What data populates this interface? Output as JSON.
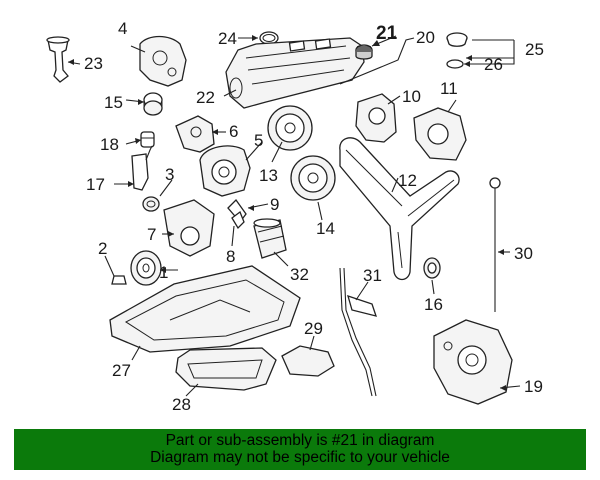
{
  "callouts": [
    {
      "id": "1",
      "label": "1"
    },
    {
      "id": "2",
      "label": "2"
    },
    {
      "id": "3",
      "label": "3"
    },
    {
      "id": "4",
      "label": "4"
    },
    {
      "id": "5",
      "label": "5"
    },
    {
      "id": "6",
      "label": "6"
    },
    {
      "id": "7",
      "label": "7"
    },
    {
      "id": "8",
      "label": "8"
    },
    {
      "id": "9",
      "label": "9"
    },
    {
      "id": "10",
      "label": "10"
    },
    {
      "id": "11",
      "label": "11"
    },
    {
      "id": "12",
      "label": "12"
    },
    {
      "id": "13",
      "label": "13"
    },
    {
      "id": "14",
      "label": "14"
    },
    {
      "id": "15",
      "label": "15"
    },
    {
      "id": "16",
      "label": "16"
    },
    {
      "id": "17",
      "label": "17"
    },
    {
      "id": "18",
      "label": "18"
    },
    {
      "id": "19",
      "label": "19"
    },
    {
      "id": "20",
      "label": "20"
    },
    {
      "id": "21",
      "label": "21",
      "highlighted": true
    },
    {
      "id": "22",
      "label": "22"
    },
    {
      "id": "23",
      "label": "23"
    },
    {
      "id": "24",
      "label": "24"
    },
    {
      "id": "25",
      "label": "25"
    },
    {
      "id": "26",
      "label": "26"
    },
    {
      "id": "27",
      "label": "27"
    },
    {
      "id": "28",
      "label": "28"
    },
    {
      "id": "29",
      "label": "29"
    },
    {
      "id": "30",
      "label": "30"
    },
    {
      "id": "31",
      "label": "31"
    },
    {
      "id": "32",
      "label": "32"
    }
  ],
  "banner": {
    "line1": "Part or sub-assembly is #21 in diagram",
    "line2": "Diagram may not be specific to your vehicle",
    "background": "#0b7a0b"
  }
}
